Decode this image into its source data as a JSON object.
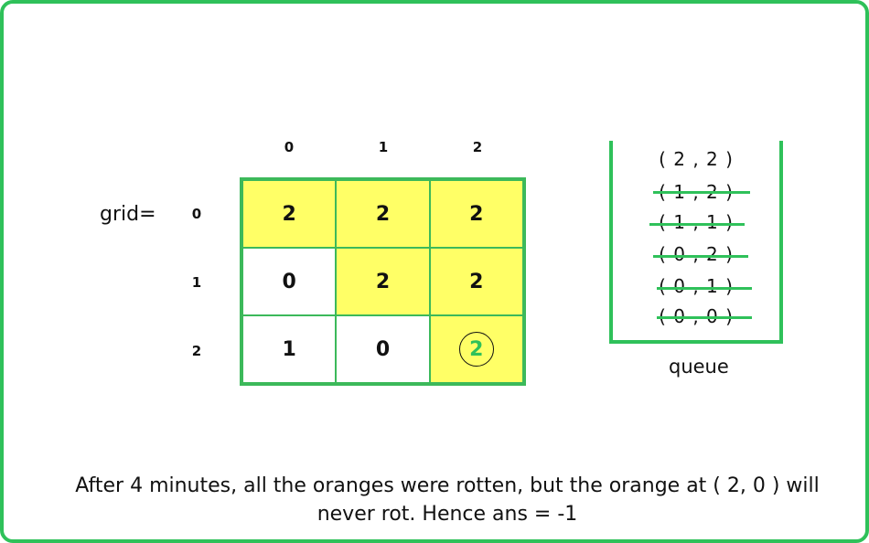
{
  "grid_label": "grid=",
  "col_indices": [
    "0",
    "1",
    "2"
  ],
  "row_indices": [
    "0",
    "1",
    "2"
  ],
  "grid": [
    [
      {
        "value": "2",
        "state": "rotten"
      },
      {
        "value": "2",
        "state": "rotten"
      },
      {
        "value": "2",
        "state": "rotten"
      }
    ],
    [
      {
        "value": "0",
        "state": "empty"
      },
      {
        "value": "2",
        "state": "rotten"
      },
      {
        "value": "2",
        "state": "rotten"
      }
    ],
    [
      {
        "value": "1",
        "state": "fresh"
      },
      {
        "value": "0",
        "state": "empty"
      },
      {
        "value": "2",
        "state": "rotten",
        "highlighted": true
      }
    ]
  ],
  "queue": {
    "label": "queue",
    "items": [
      {
        "text": "( 2 , 2 )",
        "removed": false
      },
      {
        "text": "( 1 , 2 )",
        "removed": true
      },
      {
        "text": "( 1 , 1 )",
        "removed": true
      },
      {
        "text": "( 0 , 2 )",
        "removed": true
      },
      {
        "text": "( 0 , 1 )",
        "removed": true
      },
      {
        "text": "( 0 , 0 )",
        "removed": true
      }
    ]
  },
  "caption": {
    "line1": "After 4 minutes, all the oranges were rotten, but the orange at ( 2, 0 ) will",
    "line2": "never rot. Hence ans = -1"
  },
  "colors": {
    "accent_green": "#2fc15a",
    "rotten_fill": "#ffff66"
  }
}
